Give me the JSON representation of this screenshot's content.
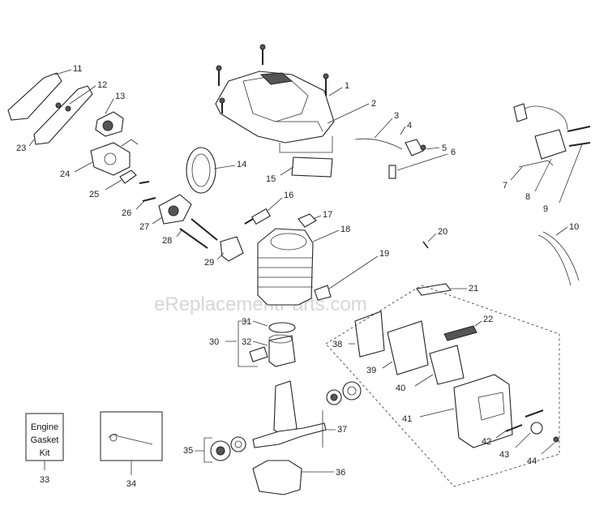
{
  "watermark": "eReplacementParts.com",
  "kit_box": {
    "line1": "Engine",
    "line2": "Gasket",
    "line3": "Kit",
    "number": "33"
  },
  "tool_box": {
    "number": "34"
  },
  "labels": {
    "p1": "1",
    "p2": "2",
    "p3": "3",
    "p4": "4",
    "p5": "5",
    "p6": "6",
    "p7": "7",
    "p8": "8",
    "p9": "9",
    "p10": "10",
    "p11": "11",
    "p12": "12",
    "p13": "13",
    "p14": "14",
    "p15": "15",
    "p16": "16",
    "p17": "17",
    "p18": "18",
    "p19": "19",
    "p20": "20",
    "p21": "21",
    "p22": "22",
    "p23": "23",
    "p24": "24",
    "p25": "25",
    "p26": "26",
    "p27": "27",
    "p28": "28",
    "p29": "29",
    "p30": "30",
    "p31": "31",
    "p32": "32",
    "p35": "35",
    "p36": "36",
    "p37": "37",
    "p38": "38",
    "p39": "39",
    "p40": "40",
    "p41": "41",
    "p42": "42",
    "p43": "43",
    "p44": "44"
  }
}
